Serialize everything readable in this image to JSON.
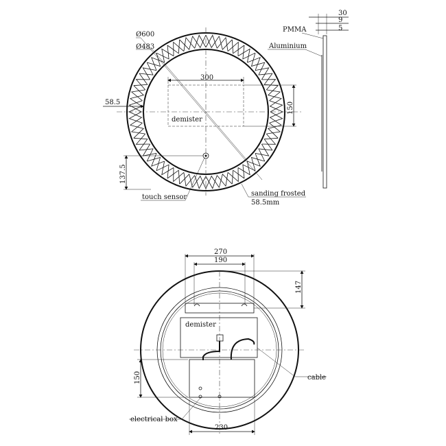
{
  "front_view": {
    "outer_diameter": "Ø600",
    "inner_diameter": "Ø483",
    "width_300": "300",
    "height_150": "150",
    "offset_58_5": "58.5",
    "offset_137_5": "137.5",
    "demister": "demister",
    "touch_sensor": "touch sensor",
    "sanding_frosted": "sanding frosted",
    "band_width": "58.5mm"
  },
  "side_view": {
    "dim_30": "30",
    "dim_9": "9",
    "dim_5": "5",
    "pmma": "PMMA",
    "aluminium": "Aluminium"
  },
  "back_view": {
    "dim_270": "270",
    "dim_190": "190",
    "dim_147": "147",
    "demister": "demister",
    "dim_150": "150",
    "cable": "cable",
    "electrical_box": "electrical box",
    "dim_230": "230"
  }
}
